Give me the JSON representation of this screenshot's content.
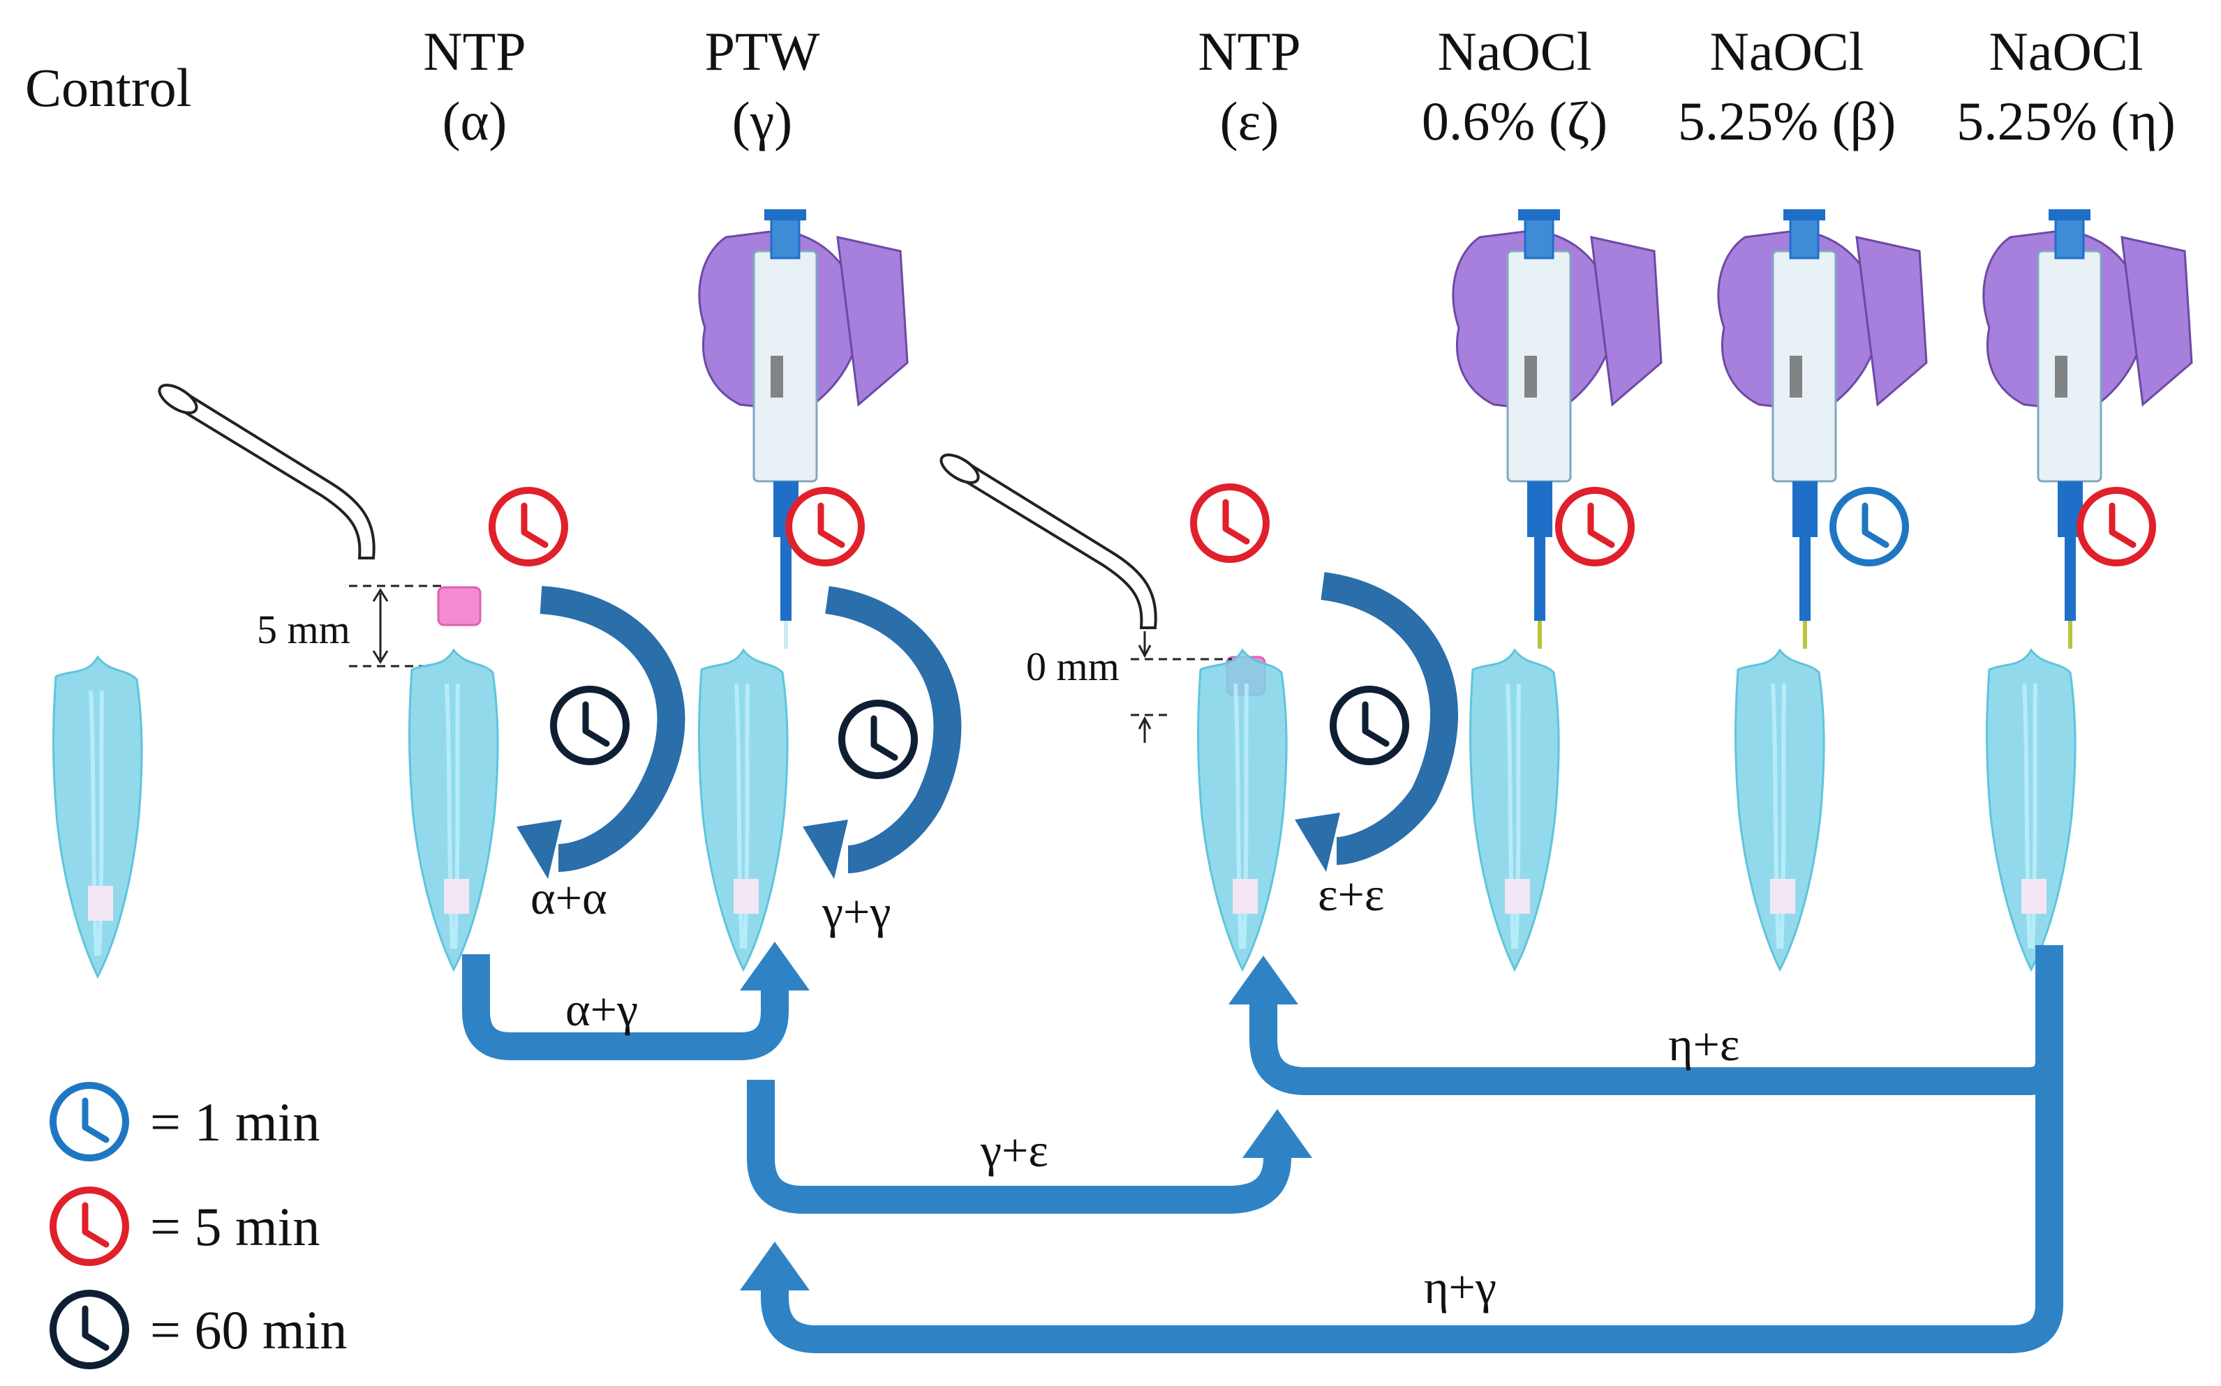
{
  "groups": [
    {
      "id": "control",
      "label": ""
    },
    {
      "id": "ntp-alpha",
      "line1": "NTP",
      "line2": "(α)"
    },
    {
      "id": "ptw-gamma",
      "line1": "PTW",
      "line2": "(γ)"
    },
    {
      "id": "ntp-epsilon",
      "line1": "NTP",
      "line2": "(ε)"
    },
    {
      "id": "naocl-zeta",
      "line1": "NaOCl",
      "line2": "0.6% (ζ)"
    },
    {
      "id": "naocl-beta",
      "line1": "NaOCl",
      "line2": "5.25% (β)"
    },
    {
      "id": "naocl-eta",
      "line1": "NaOCl",
      "line2": "5.25% (η)"
    }
  ],
  "control_label": "Control",
  "distances": {
    "alpha": "5 mm",
    "epsilon": "0 mm"
  },
  "repeat_labels": {
    "alpha": "α+α",
    "gamma": "γ+γ",
    "epsilon": "ε+ε"
  },
  "combo_labels": {
    "alpha_gamma": "α+γ",
    "gamma_epsilon": "γ+ε",
    "eta_epsilon": "η+ε",
    "eta_gamma": "η+γ"
  },
  "legend": [
    {
      "label": "= 1 min",
      "color": "#1f77c4"
    },
    {
      "label": "= 5 min",
      "color": "#e0202a"
    },
    {
      "label": "= 60 min",
      "color": "#0f1f33"
    }
  ],
  "colors": {
    "tooth": "#7fd3e8",
    "arrow": "#2f83c4",
    "curved_arrow": "#2a6eaa",
    "glove": "#a77fdc",
    "pipette_blue": "#1f6fc8",
    "plasma": "#f48bd0"
  }
}
